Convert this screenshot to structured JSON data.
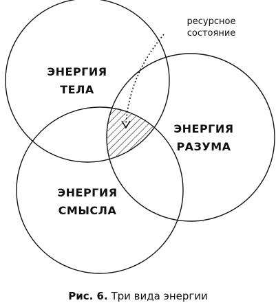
{
  "circles": {
    "body": {
      "line1": "ЭНЕРГИЯ",
      "line2": "ТЕЛА"
    },
    "mind": {
      "line1": "ЭНЕРГИЯ",
      "line2": "РАЗУМА"
    },
    "meaning": {
      "line1": "ЭНЕРГИЯ",
      "line2": "СМЫСЛА"
    }
  },
  "annotation": {
    "line1": "ресурсное",
    "line2": "состояние"
  },
  "caption": {
    "label": "Рис. 6.",
    "text": "Три вида энергии"
  },
  "colors": {
    "stroke": "#111111",
    "background": "#ffffff"
  }
}
